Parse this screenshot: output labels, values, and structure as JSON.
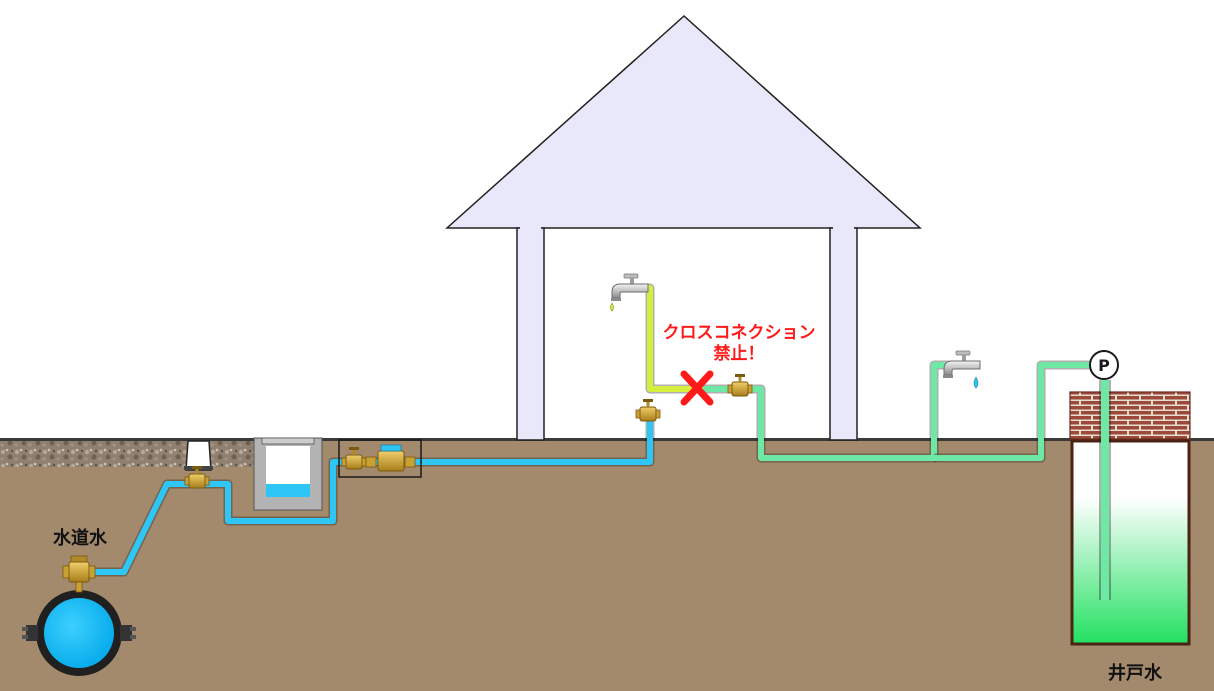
{
  "labels": {
    "city_water": "水道水",
    "well_water": "井戸水",
    "warning_line1": "クロスコネクション",
    "warning_line2": "禁止！",
    "pump": "P"
  },
  "colors": {
    "ground": "#a48a6c",
    "gravel": "#8a7a66",
    "house": "#e8e8fa",
    "city_pipe": "#2ec6f5",
    "well_pipe": "#6ee8a4",
    "cross_pipe": "#d4f03c",
    "warning": "#ff1a1a",
    "valve": "#c9a132",
    "brick": "#9b4a3a"
  },
  "icons": {
    "faucet": "faucet-icon",
    "valve": "valve-icon",
    "meter": "water-meter-icon",
    "pump": "pump-icon",
    "prohibited": "x-mark-icon"
  }
}
